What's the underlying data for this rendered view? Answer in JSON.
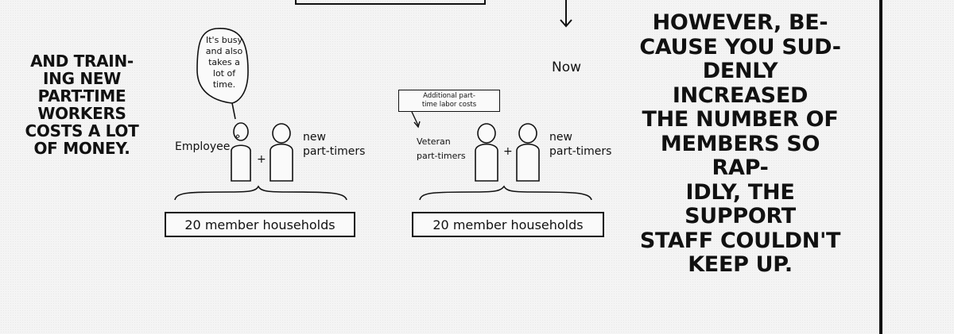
{
  "left_caption": "AND TRAIN-\nING NEW\nPART-TIME\nWORKERS\nCOSTS A LOT\nOF MONEY.",
  "right_caption": "HOWEVER, BE-\nCAUSE YOU SUD-\nDENLY INCREASED\nTHE NUMBER OF\nMEMBERS SO RAP-\nIDLY, THE SUPPORT\nSTAFF COULDN'T\nKEEP UP.",
  "diagram_left": {
    "speech": "It's busy\nand also\ntakes a\nlot of\ntime.",
    "employee_label": "Employee",
    "plus": "+",
    "new_label": "new\npart-timers",
    "households_box": "20 member households"
  },
  "diagram_right": {
    "now_label": "Now",
    "cost_note": "Additional part-\ntime labor costs",
    "veteran_label": "Veteran\npart-timers",
    "plus": "+",
    "new_label": "new\npart-timers",
    "households_box": "20 member households"
  }
}
